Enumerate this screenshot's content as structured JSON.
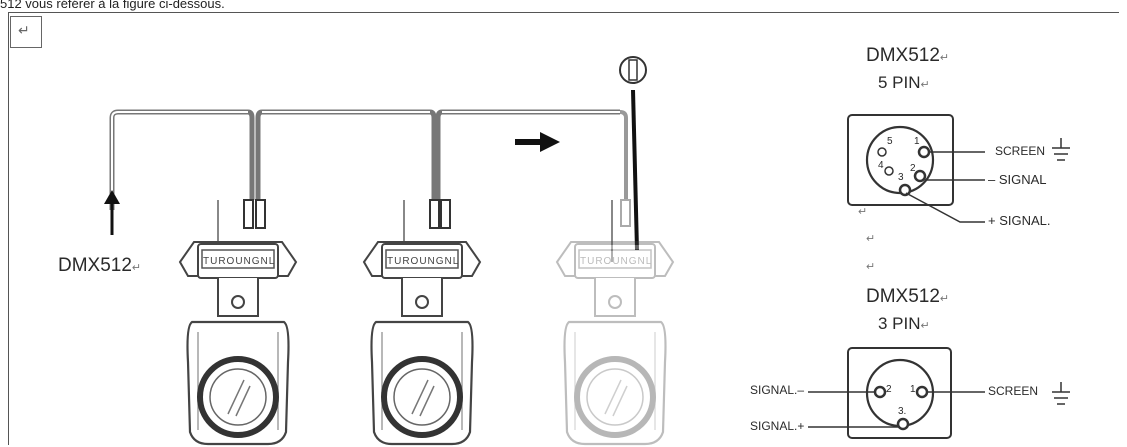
{
  "top_text": "512 vous référer à la figure ci-dessous.",
  "return_mark": "↵",
  "dmx_input_label": "DMX512",
  "five_pin": {
    "title": "DMX512",
    "subtitle": "5 PIN",
    "pin_numbers": [
      "5",
      "1",
      "4",
      "2",
      "3"
    ],
    "labels": {
      "screen": "SCREEN",
      "minus": "– SIGNAL",
      "plus": "+ SIGNAL."
    }
  },
  "three_pin": {
    "title": "DMX512",
    "subtitle": "3 PIN",
    "pin_numbers": [
      "2",
      "1",
      "3."
    ],
    "labels": {
      "minus": "SIGNAL.–",
      "plus": "SIGNAL.+",
      "screen": "SCREEN"
    }
  },
  "fixture_display": "TUROUNGNL"
}
